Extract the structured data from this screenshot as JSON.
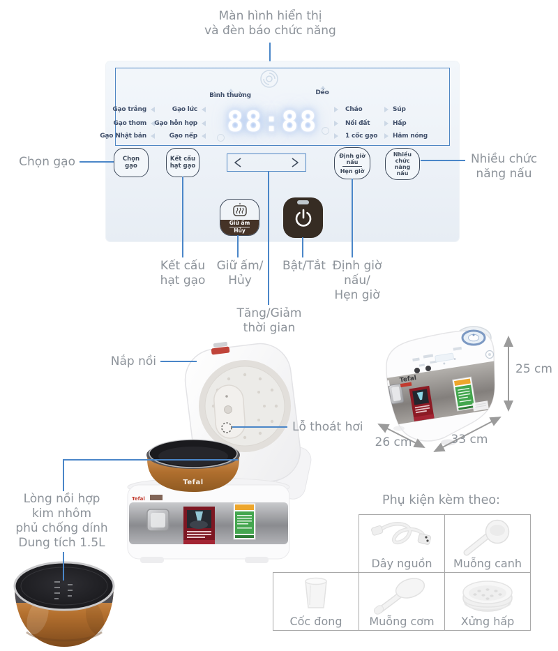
{
  "brand": "Tefal",
  "annotations": {
    "display_label_1": "Màn hình hiển thị",
    "display_label_2": "và đèn báo chức năng",
    "chon_gao": "Chọn gạo",
    "nhieu_1": "Nhiều chức",
    "nhieu_2": "năng nấu",
    "ket_cau_1": "Kết cấu",
    "ket_cau_2": "hạt gạo",
    "giu_am_1": "Giữ ấm/",
    "giu_am_2": "Hủy",
    "bat_tat": "Bật/Tắt",
    "dinh_gio_1": "Định giờ",
    "dinh_gio_2": "nấu/",
    "dinh_gio_3": "Hẹn giờ",
    "tang_giam_1": "Tăng/Giảm",
    "tang_giam_2": "thời gian",
    "nap_noi": "Nắp nồi",
    "lo_thoat_hoi": "Lỗ thoát hơi",
    "long_noi_1": "Lòng nồi hợp",
    "long_noi_2": "kim nhôm",
    "long_noi_3": "phủ chống dính",
    "long_noi_4": "Dung tích 1.5L"
  },
  "panel": {
    "top_modes": [
      "Bình thường",
      "Dẻo"
    ],
    "rice_col1": [
      "Gạo trắng",
      "Gạo thơm",
      "Gạo Nhật bản"
    ],
    "rice_col2": [
      "Gạo lức",
      "Gạo hỗn hợp",
      "Gạo nếp"
    ],
    "mode_col1": [
      "Cháo",
      "Nồi đất",
      "1 cốc gạo"
    ],
    "mode_col2": [
      "Súp",
      "Hấp",
      "Hâm nóng"
    ],
    "display_value": "88:88",
    "btn_chon_1": "Chọn",
    "btn_chon_2": "gạo",
    "btn_ketcau_1": "Kết cấu",
    "btn_ketcau_2": "hạt gạo",
    "btn_dinhgio_1": "Định giờ",
    "btn_dinhgio_2": "nấu",
    "btn_dinhgio_3": "Hẹn giờ",
    "btn_nhieu_1": "Nhiều",
    "btn_nhieu_2": "chức",
    "btn_nhieu_3": "năng",
    "btn_nhieu_4": "nấu",
    "btn_giuam_1": "Giữ ấm",
    "btn_giuam_2": "Hủy"
  },
  "dimensions": {
    "height": "25 cm",
    "depth": "26 cm",
    "width": "33 cm"
  },
  "accessories": {
    "title": "Phụ kiện kèm theo:",
    "items": [
      {
        "label": "Dây nguồn"
      },
      {
        "label": "Muỗng canh"
      },
      {
        "label": "Cốc đong"
      },
      {
        "label": "Muỗng cơm"
      },
      {
        "label": "Xửng hấp"
      }
    ]
  },
  "colors": {
    "accent_blue": "#4a86c8",
    "label_gray": "#8d939a",
    "panel_text": "#41506b",
    "copper": "#b5712f"
  }
}
